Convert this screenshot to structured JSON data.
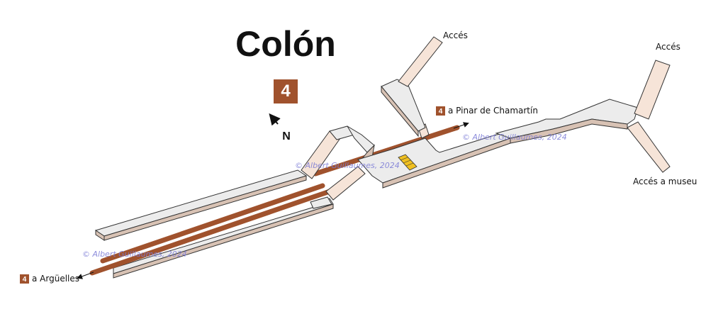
{
  "station": {
    "name": "Colón",
    "line": "4"
  },
  "compass": {
    "label": "N"
  },
  "accesses": {
    "north_1": "Accés",
    "north_2": "Accés",
    "museum": "Accés a museu"
  },
  "directions": {
    "east": {
      "line": "4",
      "label": "a Pinar de Chamartín"
    },
    "west": {
      "line": "4",
      "label": "a Argüelles"
    }
  },
  "watermarks": [
    "© Albert Guillaumes, 2024",
    "© Albert Guillaumes, 2024",
    "© Albert Guillaumes, 2024"
  ],
  "colors": {
    "line4": "#a0522d",
    "corridor_top": "#ececec",
    "corridor_side": "#d8c2b4",
    "access_stair": "#f6e4d8",
    "escalator": "#f0c020"
  }
}
